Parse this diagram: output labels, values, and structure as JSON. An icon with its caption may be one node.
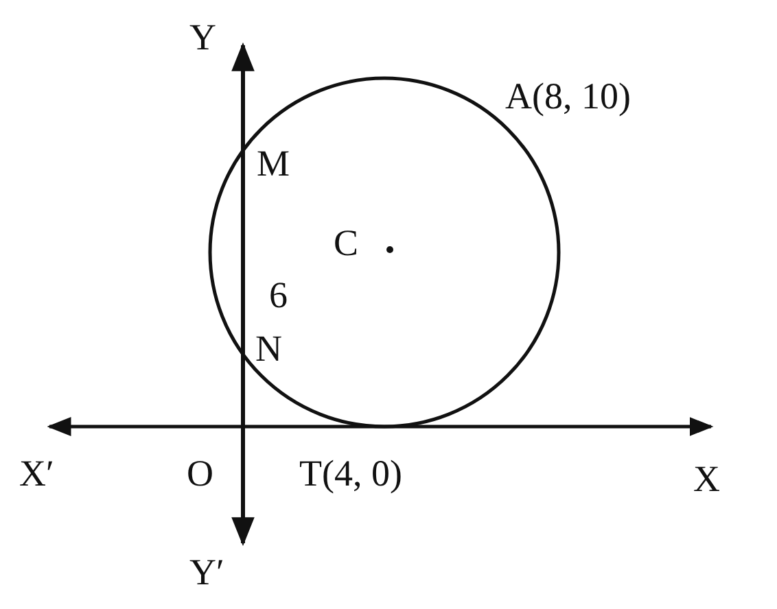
{
  "diagram": {
    "labels": [
      "Y",
      "A(8, 10)",
      "M",
      "C",
      "6",
      "N",
      "X′",
      "O",
      "T(4, 0)",
      "X",
      "Y′"
    ]
  }
}
